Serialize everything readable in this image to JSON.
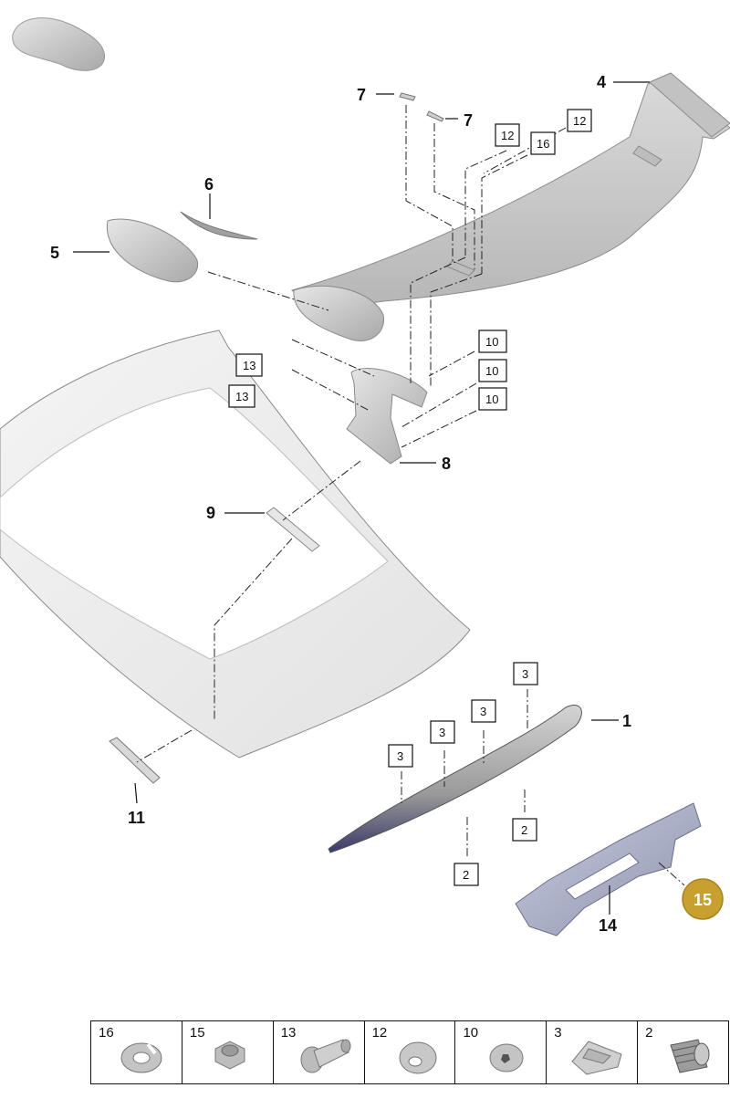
{
  "callouts": {
    "c1": "1",
    "c2a": "2",
    "c2b": "2",
    "c3a": "3",
    "c3b": "3",
    "c3c": "3",
    "c3d": "3",
    "c4": "4",
    "c5": "5",
    "c6": "6",
    "c7a": "7",
    "c7b": "7",
    "c8": "8",
    "c9": "9",
    "c10a": "10",
    "c10b": "10",
    "c10c": "10",
    "c11": "11",
    "c12a": "12",
    "c12b": "12",
    "c13a": "13",
    "c13b": "13",
    "c14": "14",
    "c15": "15",
    "c16": "16"
  },
  "colors": {
    "highlight_badge": "#c8a030",
    "part_fill": "#d0d0d0",
    "bracket_fill": "#b8bcd0"
  },
  "legend": [
    {
      "label": "16",
      "icon": "spring-washer-icon"
    },
    {
      "label": "15",
      "icon": "hex-nut-icon"
    },
    {
      "label": "13",
      "icon": "screw-icon"
    },
    {
      "label": "12",
      "icon": "rubber-grommet-icon"
    },
    {
      "label": "10",
      "icon": "torx-bolt-icon"
    },
    {
      "label": "3",
      "icon": "clip-nut-icon"
    },
    {
      "label": "2",
      "icon": "expansion-nut-icon"
    }
  ]
}
